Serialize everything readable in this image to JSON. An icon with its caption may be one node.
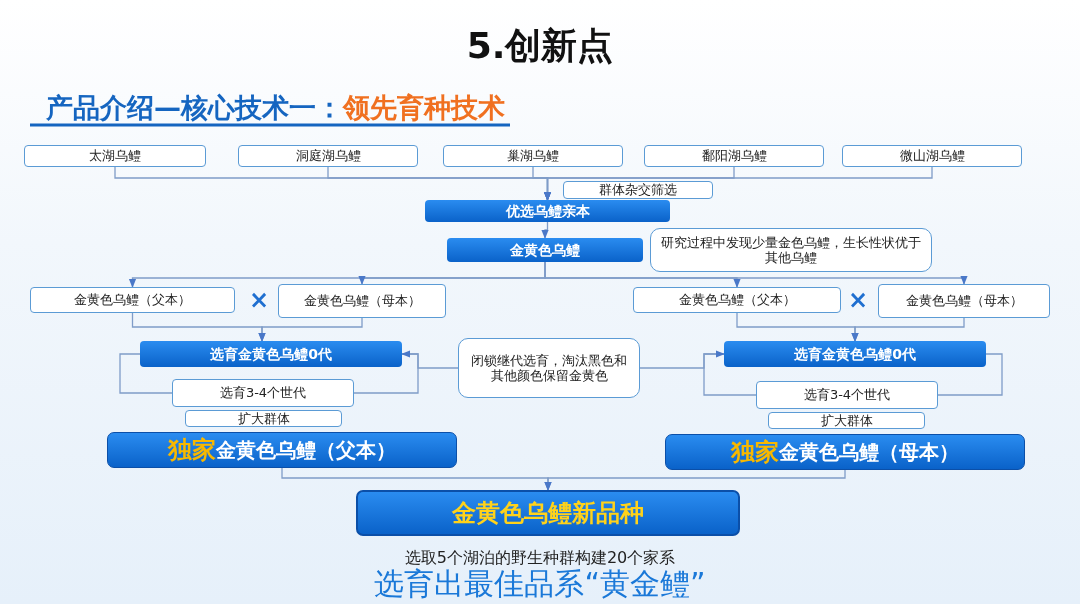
{
  "diagram": {
    "title": "5.创新点",
    "nodes": [
      {
        "text": [
          "太湖乌鳢"
        ]
      },
      {
        "text": [
          "洞庭湖乌鳢"
        ]
      },
      {
        "text": [
          "巢湖乌鳢"
        ]
      },
      {
        "text": [
          "鄱阳湖乌鳢"
        ]
      },
      {
        "text": [
          "微山湖乌鳢"
        ]
      },
      {
        "text": [
          "群体杂交筛选"
        ]
      },
      {
        "text": [
          "优选乌鳢亲本"
        ]
      },
      {
        "text": [
          "金黄色乌鳢"
        ]
      },
      {
        "text": [
          "研究过程中发现少量金色乌鳢，生长性状优于其他乌鳢"
        ]
      },
      {
        "text": [
          "金黄色乌鳢（父本）"
        ]
      },
      {
        "text": [
          "金黄色乌鳢（母本）"
        ]
      },
      {
        "text": [
          "金黄色乌鳢（父本）"
        ]
      },
      {
        "text": [
          "金黄色乌鳢（母本）"
        ]
      },
      {
        "text": [
          "选育金黄色乌鳢0代"
        ]
      },
      {
        "text": [
          "闭锁继代选育，淘汰黑色和其他颜色保留金黄色"
        ]
      },
      {
        "text": [
          "选育金黄色乌鳢0代"
        ]
      },
      {
        "text": [
          "选育3-4个世代"
        ]
      },
      {
        "text": [
          "选育3-4个世代"
        ]
      },
      {
        "text": [
          "扩大群体"
        ]
      },
      {
        "text": [
          "扩大群体"
        ]
      },
      {
        "text": [
          "**独家**金黄色乌鳢（父本）"
        ]
      },
      {
        "text": [
          "**独家**金黄色乌鳢（母本）"
        ]
      },
      {
        "text": [
          "金黄色乌鳢新品种"
        ]
      }
    ],
    "edges": [
      {
        "from": 0,
        "to": 6,
        "arrow": "to"
      },
      {
        "from": 1,
        "to": 6,
        "arrow": "to"
      },
      {
        "from": 2,
        "to": 6,
        "arrow": "to"
      },
      {
        "from": 3,
        "to": 6,
        "arrow": "to"
      },
      {
        "from": 4,
        "to": 6,
        "arrow": "to"
      },
      {
        "from": 6,
        "to": 7,
        "arrow": "to"
      },
      {
        "from": 7,
        "to": 9,
        "arrow": "to"
      },
      {
        "from": 7,
        "to": 10,
        "arrow": "to"
      },
      {
        "from": 7,
        "to": 11,
        "arrow": "to"
      },
      {
        "from": 7,
        "to": 12,
        "arrow": "to"
      },
      {
        "from": 9,
        "to": 13,
        "arrow": "to"
      },
      {
        "from": 10,
        "to": 13,
        "arrow": "to"
      },
      {
        "from": 11,
        "to": 15,
        "arrow": "to"
      },
      {
        "from": 12,
        "to": 15,
        "arrow": "to"
      },
      {
        "from": 13,
        "to": 16,
        "arrow": "none"
      },
      {
        "from": 16,
        "to": 13,
        "arrow": "none"
      },
      {
        "from": 15,
        "to": 17,
        "arrow": "none"
      },
      {
        "from": 17,
        "to": 15,
        "arrow": "none"
      },
      {
        "from": 14,
        "to": 13,
        "arrow": "to"
      },
      {
        "from": 14,
        "to": 15,
        "arrow": "to"
      },
      {
        "from": 20,
        "to": 22,
        "arrow": "to"
      },
      {
        "from": 21,
        "to": 22,
        "arrow": "to"
      }
    ],
    "labels": [
      "产品介绍—核心技术一：**领先育种技术**",
      "×",
      "×",
      "选取5个湖泊的野生种群构建20个家系",
      "选育出最佳品系“黄金鳢”"
    ]
  }
}
